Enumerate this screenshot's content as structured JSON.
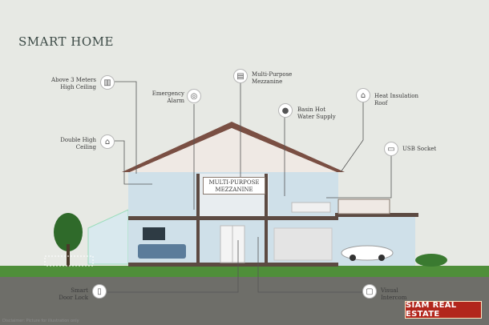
{
  "title": "SMART HOME",
  "features": [
    {
      "label": "Above 3 Meters\nHigh Ceiling",
      "icon": "window-icon"
    },
    {
      "label": "Emergency\nAlarm",
      "icon": "alarm-icon"
    },
    {
      "label": "Multi-Purpose\nMezzanine",
      "icon": "mezzanine-icon"
    },
    {
      "label": "Basin Hot\nWater Supply",
      "icon": "water-drop-icon"
    },
    {
      "label": "Heat Insulation\nRoof",
      "icon": "roof-icon"
    },
    {
      "label": "USB Socket",
      "icon": "usb-socket-icon"
    },
    {
      "label": "Double High\nCeiling",
      "icon": "house-icon"
    },
    {
      "label": "Smart\nDoor Lock",
      "icon": "door-lock-icon"
    },
    {
      "label": "Visual\nIntercom",
      "icon": "intercom-icon"
    }
  ],
  "mezzanine_sign": "MULTI-PURPOSE\nMEZZANINE",
  "brand": "SIAM REAL ESTATE",
  "caption": "Disclaimer: Picture for illustration only",
  "colors": {
    "background": "#e7e9e4",
    "roof": "#7a4f43",
    "interior": "#cfe0e9",
    "grass": "#4f8f3a",
    "brand": "#b2261c"
  }
}
